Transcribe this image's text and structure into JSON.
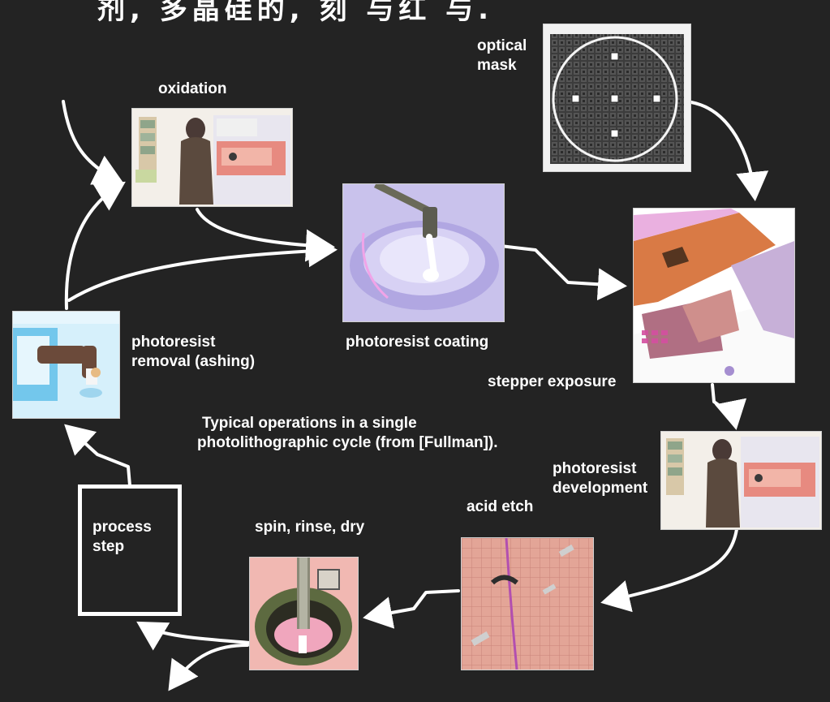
{
  "header_fragment": "剂, 多晶硅的, 刻 与红 与.",
  "caption": "Typical operations in a single\nphotolithographic cycle (from [Fullman]).",
  "steps": {
    "optical_mask": "optical\nmask",
    "oxidation": "oxidation",
    "photoresist_coating": "photoresist coating",
    "stepper_exposure": "stepper exposure",
    "photoresist_removal": "photoresist\nremoval (ashing)",
    "photoresist_development": "photoresist\ndevelopment",
    "acid_etch": "acid etch",
    "spin_rinse_dry": "spin, rinse, dry",
    "process_step": "process\nstep"
  },
  "colors": {
    "background": "#232323",
    "arrow": "#ffffff",
    "text": "#ffffff"
  }
}
